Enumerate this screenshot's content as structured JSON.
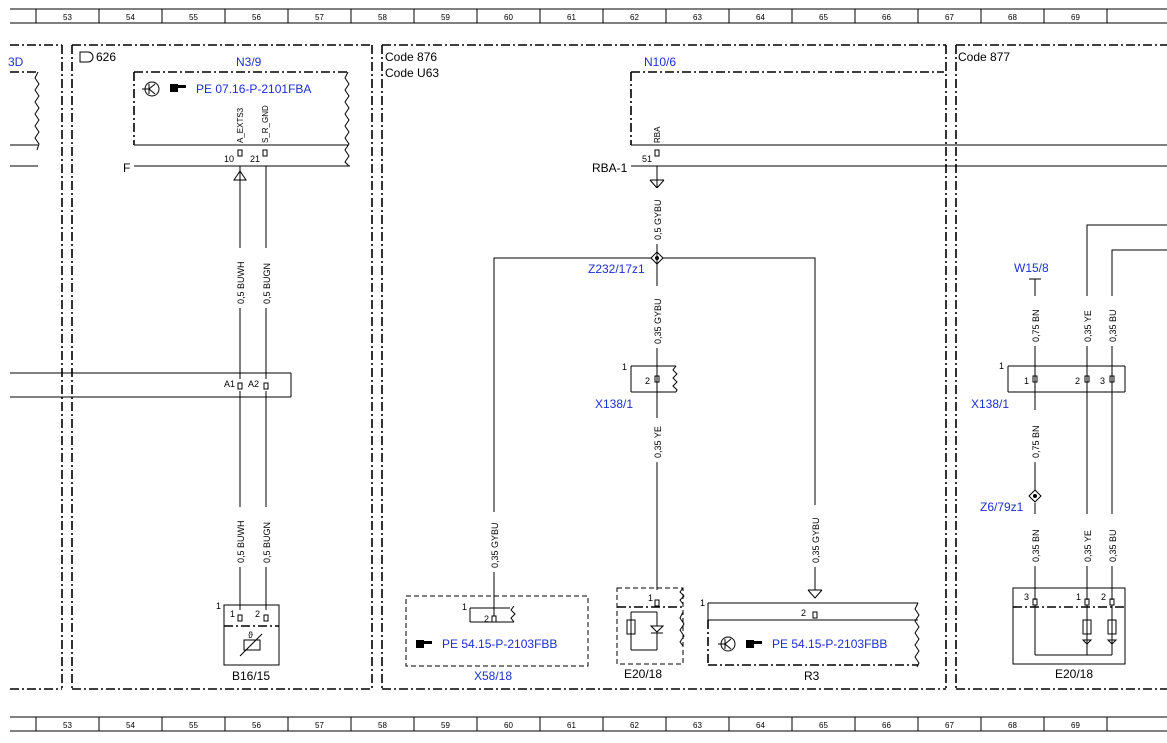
{
  "grid": [
    "53",
    "54",
    "55",
    "56",
    "57",
    "58",
    "59",
    "60",
    "61",
    "62",
    "63",
    "64",
    "65",
    "66",
    "67",
    "68",
    "69"
  ],
  "codes": {
    "c626": "626",
    "c876": "Code 876",
    "cu63": "Code U63",
    "c877": "Code 877"
  },
  "left_stub": "3D",
  "n39": {
    "id": "N3/9",
    "ref": "PE 07.16-P-2101FBA",
    "pin1_name": "A_EXTS3",
    "pin2_name": "S_R_GND",
    "pin1": "10",
    "pin2": "21",
    "label_f": "F"
  },
  "connector_mid": {
    "a1": "A1",
    "a2": "A2"
  },
  "b1615": {
    "id": "B16/15",
    "pin_1": "1",
    "p1": "1",
    "p2": "2",
    "theta": "ϑ"
  },
  "wires": {
    "buwh_upper": "0,5 BUWH",
    "bugn_upper": "0,5 BUGN",
    "buwh_lower": "0,5 BUWH",
    "bugn_lower": "0,5 BUGN",
    "gybu_top": "0,5 GYBU",
    "gybu_mid": "0,35 GYBU",
    "ye_mid": "0,35 YE",
    "gybu_left": "0,35 GYBU",
    "gybu_right": "0,35 GYBU",
    "bn_upper": "0,75 BN",
    "ye_right": "0,35 YE",
    "bu_right": "0,35 BU",
    "bn_mid": "0,75 BN",
    "bn_low": "0,35 BN",
    "ye_low": "0,35 YE",
    "bu_low": "0,35 BU"
  },
  "n106": {
    "id": "N10/6",
    "pin_name": "RBA",
    "pin": "51",
    "label": "RBA-1"
  },
  "z232": "Z232/17z1",
  "x1381a": {
    "id": "X138/1",
    "pin_1": "1",
    "p2": "2"
  },
  "x5818": {
    "id": "X58/18",
    "pin_1": "1",
    "p2": "2",
    "ref": "PE 54.15-P-2103FBB"
  },
  "e2018a": {
    "id": "E20/18",
    "p1": "1"
  },
  "r3": {
    "id": "R3",
    "pin_1": "1",
    "p2": "2",
    "ref": "PE 54.15-P-2103FBB"
  },
  "w158": "W15/8",
  "x1381b": {
    "id": "X138/1",
    "pin_1": "1",
    "p1": "1",
    "p2": "2",
    "p3": "3"
  },
  "z679": "Z6/79z1",
  "e2018b": {
    "id": "E20/18",
    "p3": "3",
    "p1": "1",
    "p2": "2"
  }
}
